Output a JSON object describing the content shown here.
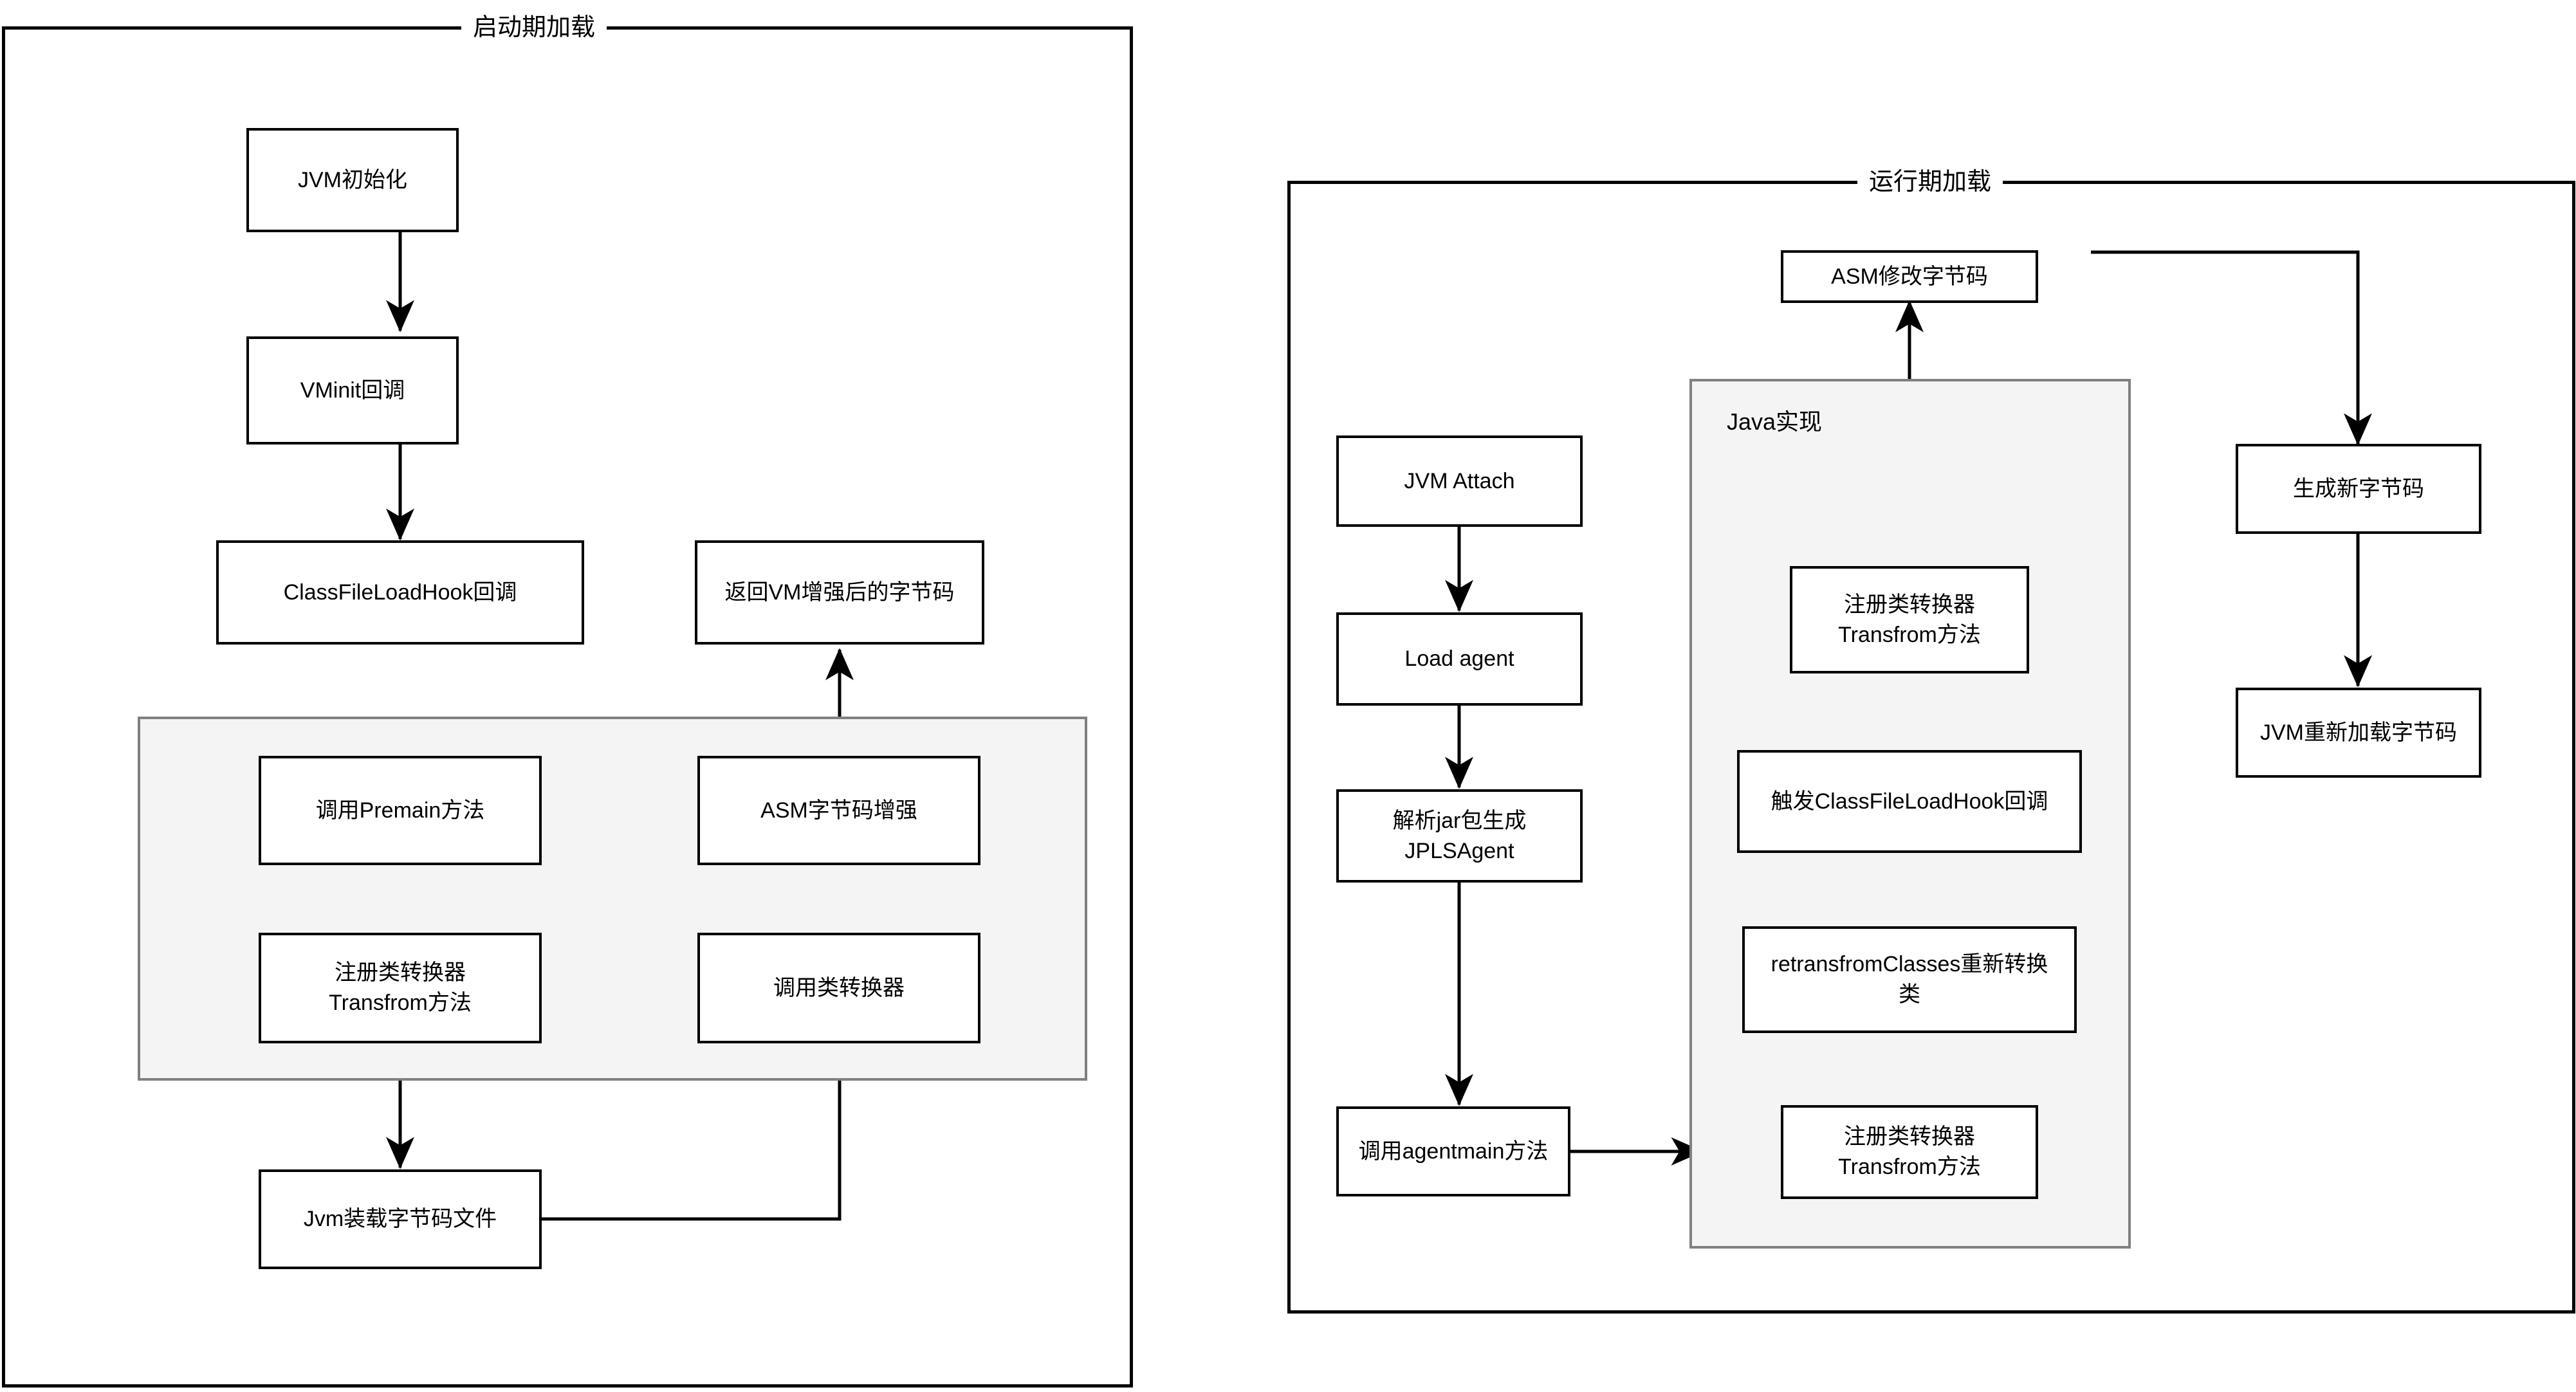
{
  "diagram": {
    "title_left": "启动期加载",
    "title_right": "运行期加载",
    "subgroup_right_label": "Java实现",
    "colors": {
      "stroke": "#000000",
      "shaded_fill": "#f4f4f4",
      "shaded_stroke": "#808080",
      "background": "#ffffff"
    }
  },
  "startup_panel": {
    "title": "启动期加载",
    "nodes": {
      "jvm_init": "JVM初始化",
      "vminit_callback": "VMinit回调",
      "classfileloadhook_callback": "ClassFileLoadHook回调",
      "return_vm_bytecode": "返回VM增强后的字节码",
      "call_premain": "调用Premain方法",
      "register_transformer": "注册类转换器\nTransfrom方法",
      "asm_enhance": "ASM字节码增强",
      "call_transformer": "调用类转换器",
      "jvm_load_bytecode_file": "Jvm装载字节码文件"
    }
  },
  "runtime_panel": {
    "title": "运行期加载",
    "subgroup_label": "Java实现",
    "nodes": {
      "asm_modify_bytecode": "ASM修改字节码",
      "jvm_attach": "JVM Attach",
      "load_agent": "Load agent",
      "parse_jar_jplsagent": "解析jar包生成\nJPLSAgent",
      "call_agentmain": "调用agentmain方法",
      "register_transformer": "注册类转换器\nTransfrom方法",
      "trigger_classfileloadhook": "触发ClassFileLoadHook回调",
      "retransform_classes": "retransfromClasses重新转换\n类",
      "generate_new_bytecode": "生成新字节码",
      "jvm_reload_bytecode": "JVM重新加载字节码"
    }
  }
}
